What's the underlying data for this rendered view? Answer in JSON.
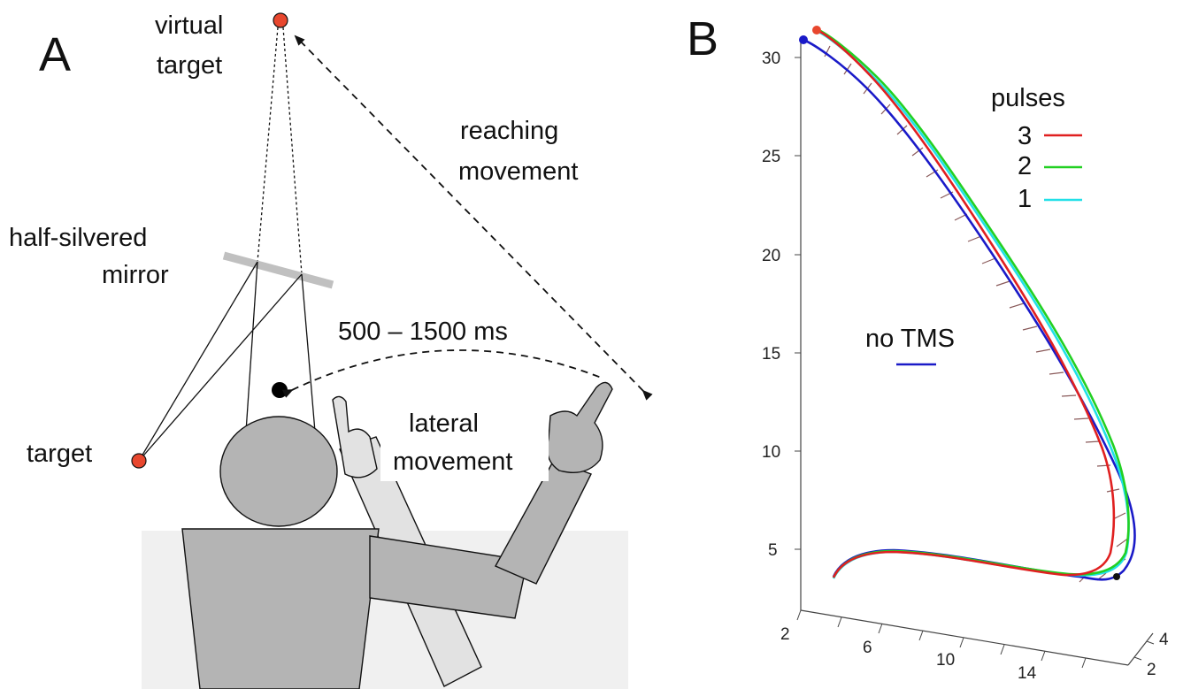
{
  "panel_a": {
    "letter": "A",
    "virtual_target_line1": "virtual",
    "virtual_target_line2": "target",
    "reaching_line1": "reaching",
    "reaching_line2": "movement",
    "mirror_line1": "half-silvered",
    "mirror_line2": "mirror",
    "timing": "500 – 1500 ms",
    "target": "target",
    "lateral_line1": "lateral",
    "lateral_line2": "movement"
  },
  "panel_b": {
    "letter": "B",
    "legend_title": "pulses",
    "legend": [
      {
        "label": "3",
        "color": "#e02020"
      },
      {
        "label": "2",
        "color": "#22d022"
      },
      {
        "label": "1",
        "color": "#22e0e8"
      }
    ],
    "no_tms_label": "no TMS",
    "no_tms_color": "#1a1ac8",
    "y_ticks": [
      "30",
      "25",
      "20",
      "15",
      "10",
      "5"
    ],
    "x_ticks": [
      "2",
      "6",
      "10",
      "14"
    ],
    "z_ticks": [
      "4",
      "2"
    ]
  },
  "colors": {
    "target_red": "#e8472e",
    "body_gray": "#b4b4b4",
    "arm_light": "#e2e2e2",
    "mirror_gray": "#c0c0c0"
  }
}
